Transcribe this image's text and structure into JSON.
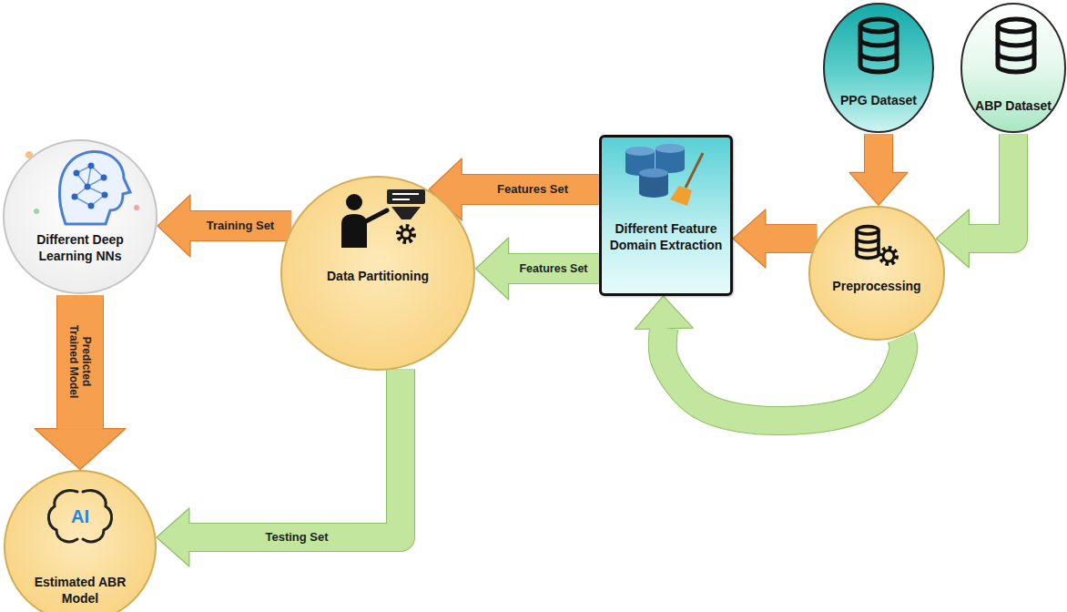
{
  "diagram": {
    "nodes": [
      {
        "text": [
          "PPG Dataset"
        ]
      },
      {
        "text": [
          "ABP Dataset"
        ]
      },
      {
        "text": [
          "Different Deep Learning NNs"
        ]
      },
      {
        "text": [
          "Data Partitioning"
        ]
      },
      {
        "text": [
          "Different Feature Domain Extraction"
        ]
      },
      {
        "text": [
          "Preprocessing"
        ]
      },
      {
        "text": [
          "Estimated ABR Model"
        ]
      }
    ],
    "edges": [
      {
        "from": 0,
        "to": 5,
        "arrow": "to"
      },
      {
        "from": 1,
        "to": 5,
        "arrow": "to"
      },
      {
        "from": 5,
        "to": 4,
        "arrow": "to"
      },
      {
        "from": 5,
        "to": 4,
        "arrow": "to"
      },
      {
        "from": 4,
        "to": 3,
        "label": "Features Set",
        "arrow": "to"
      },
      {
        "from": 4,
        "to": 3,
        "label": "Features Set",
        "arrow": "to"
      },
      {
        "from": 3,
        "to": 2,
        "label": "Training Set",
        "arrow": "to"
      },
      {
        "from": 2,
        "to": 6,
        "label": "Predicted Trained Model",
        "arrow": "to"
      },
      {
        "from": 3,
        "to": 6,
        "label": "Testing Set",
        "arrow": "to"
      }
    ],
    "labels": [
      "AI"
    ]
  }
}
